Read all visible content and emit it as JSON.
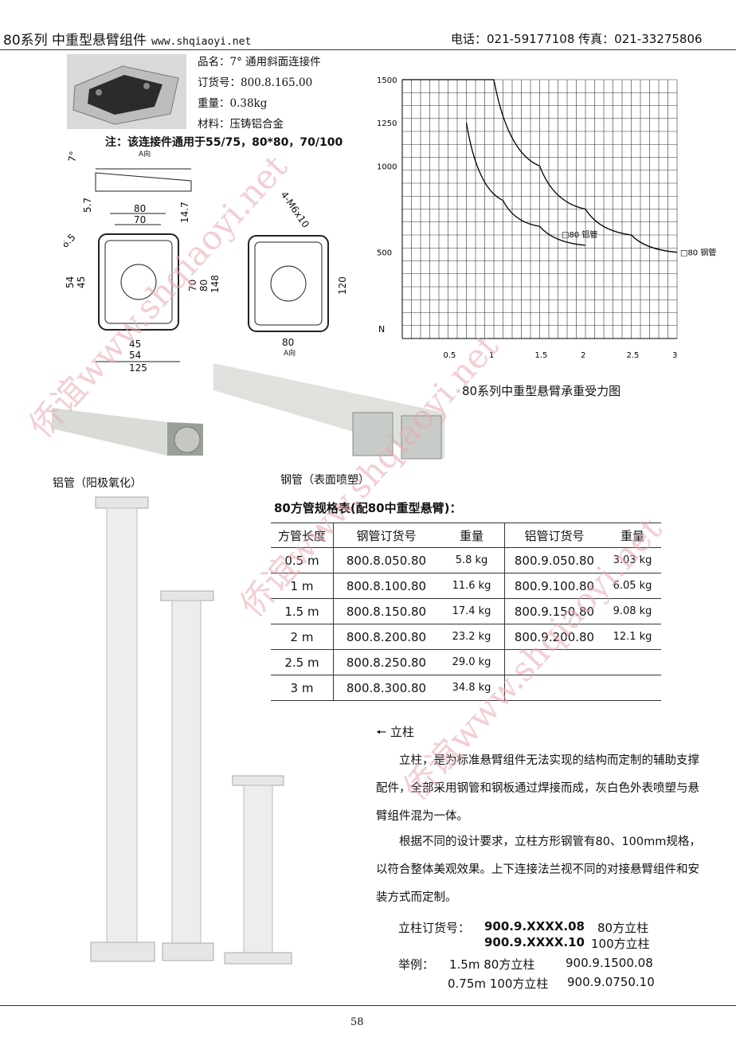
{
  "header": {
    "left_title": "80系列 中重型悬臂组件",
    "url": "www.shqiaoyi.net",
    "contact": "电话：021-59177108  传真：021-33275806"
  },
  "connector": {
    "name": "品名：7° 通用斜面连接件",
    "order_no": "订货号：800.8.165.00",
    "weight": "重量：0.38kg",
    "material": "材料：压铸铝合金",
    "note": "注：该连接件通用于55/75，80*80，70/100"
  },
  "drawing": {
    "angle": "7°",
    "view_a": "A向",
    "dim_57": "5.7",
    "dim_147": "14.7",
    "dim_80": "80",
    "dim_70": "70",
    "dim_65": "6.5",
    "dim_54": "54",
    "dim_45": "45",
    "dim_148": "148",
    "dim_125": "125",
    "dim_120": "120",
    "hole": "4-M6x10"
  },
  "chart_data": {
    "type": "line",
    "title": "80系列中重型悬臂承重受力图",
    "ylabel": "N",
    "x_ticks": [
      "0.5",
      "1",
      "1.5",
      "2",
      "2.5",
      "3"
    ],
    "y_ticks": [
      "500",
      "1000",
      "1250",
      "1500"
    ],
    "xlim": [
      0,
      3
    ],
    "ylim": [
      0,
      1500
    ],
    "series": [
      {
        "name": "□80 钢管",
        "x": [
          1,
          1.5,
          2,
          2.5,
          3
        ],
        "y": [
          1500,
          1000,
          750,
          600,
          500
        ]
      },
      {
        "name": "□80 铝管",
        "x": [
          0.7,
          1.1,
          1.5,
          2
        ],
        "y": [
          1250,
          800,
          650,
          540
        ]
      }
    ]
  },
  "photos": {
    "alu_caption": "铝管（阳极氧化）",
    "steel_caption": "钢管（表面喷塑）"
  },
  "table": {
    "title": "80方管规格表(配80中重型悬臂)：",
    "headers": [
      "方管长度",
      "钢管订货号",
      "重量",
      "铝管订货号",
      "重量"
    ],
    "rows": [
      [
        "0.5 m",
        "800.8.050.80",
        "5.8 kg",
        "800.9.050.80",
        "3.03 kg"
      ],
      [
        "1 m",
        "800.8.100.80",
        "11.6 kg",
        "800.9.100.80",
        "6.05 kg"
      ],
      [
        "1.5 m",
        "800.8.150.80",
        "17.4 kg",
        "800.9.150.80",
        "9.08 kg"
      ],
      [
        "2 m",
        "800.8.200.80",
        "23.2 kg",
        "800.9.200.80",
        "12.1 kg"
      ],
      [
        "2.5 m",
        "800.8.250.80",
        "29.0 kg",
        "",
        ""
      ],
      [
        "3 m",
        "800.8.300.80",
        "34.8 kg",
        "",
        ""
      ]
    ]
  },
  "column": {
    "heading": "立柱",
    "para1": "立柱，是为标准悬臂组件无法实现的结构而定制的辅助支撑配件，全部采用钢管和钢板通过焊接而成，灰白色外表喷塑与悬臂组件混为一体。",
    "para2": "根据不同的设计要求，立柱方形钢管有80、100mm规格，以符合整体美观效果。上下连接法兰视不同的对接悬臂组件和安装方式而定制。",
    "order_label": "立柱订货号：",
    "order1": "900.9.XXXX.08",
    "order1_desc": "80方立柱",
    "order2": "900.9.XXXX.10",
    "order2_desc": "100方立柱",
    "example_label": "举例：",
    "ex1": "1.5m 80方立柱",
    "ex1_no": "900.9.1500.08",
    "ex2": "0.75m 100方立柱",
    "ex2_no": "900.9.0750.10"
  },
  "page_number": "58",
  "watermark": "侨谊www.shqiaoyi.net"
}
